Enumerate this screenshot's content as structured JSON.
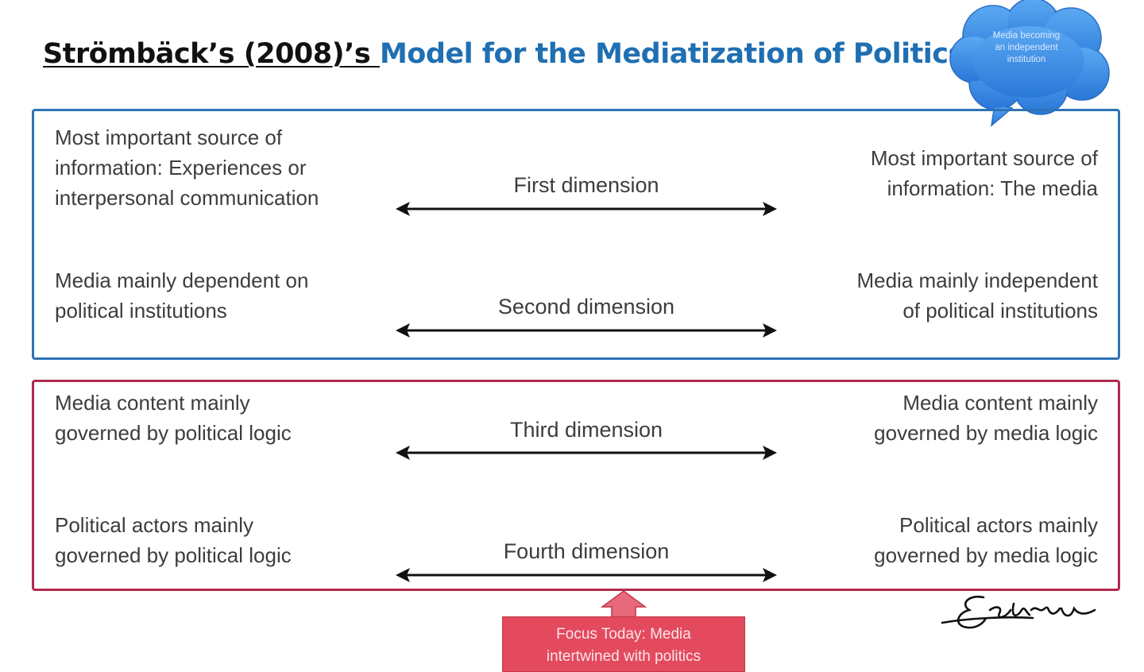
{
  "title": {
    "part1": "Strömbäck’s (2008)’s ",
    "part2": "Model for the Mediatization of Politics"
  },
  "cloud": {
    "line1": "Media becoming",
    "line2": "an independent",
    "line3": "institution"
  },
  "dimensions": [
    {
      "label": "First dimension",
      "left": [
        "Most important source of",
        "information: Experiences or",
        "interpersonal communication"
      ],
      "right": [
        "Most important source of",
        "information: The media"
      ]
    },
    {
      "label": "Second dimension",
      "left": [
        "Media mainly dependent on",
        "political institutions"
      ],
      "right": [
        "Media mainly independent",
        "of political institutions"
      ]
    },
    {
      "label": "Third dimension",
      "left": [
        "Media content mainly",
        "governed by political logic"
      ],
      "right": [
        "Media content mainly",
        "governed by media logic"
      ]
    },
    {
      "label": "Fourth dimension",
      "left": [
        "Political actors mainly",
        "governed by political logic"
      ],
      "right": [
        "Political actors mainly",
        "governed by media logic"
      ]
    }
  ],
  "focus": {
    "line1": "Focus Today: Media",
    "line2": "intertwined with politics"
  },
  "colors": {
    "title_accent": "#1f6fb2",
    "blue_box": "#2e73b6",
    "red_box": "#b12a4e",
    "cloud_fill": "#3d8ee6",
    "focus_fill": "#e34a5e"
  }
}
